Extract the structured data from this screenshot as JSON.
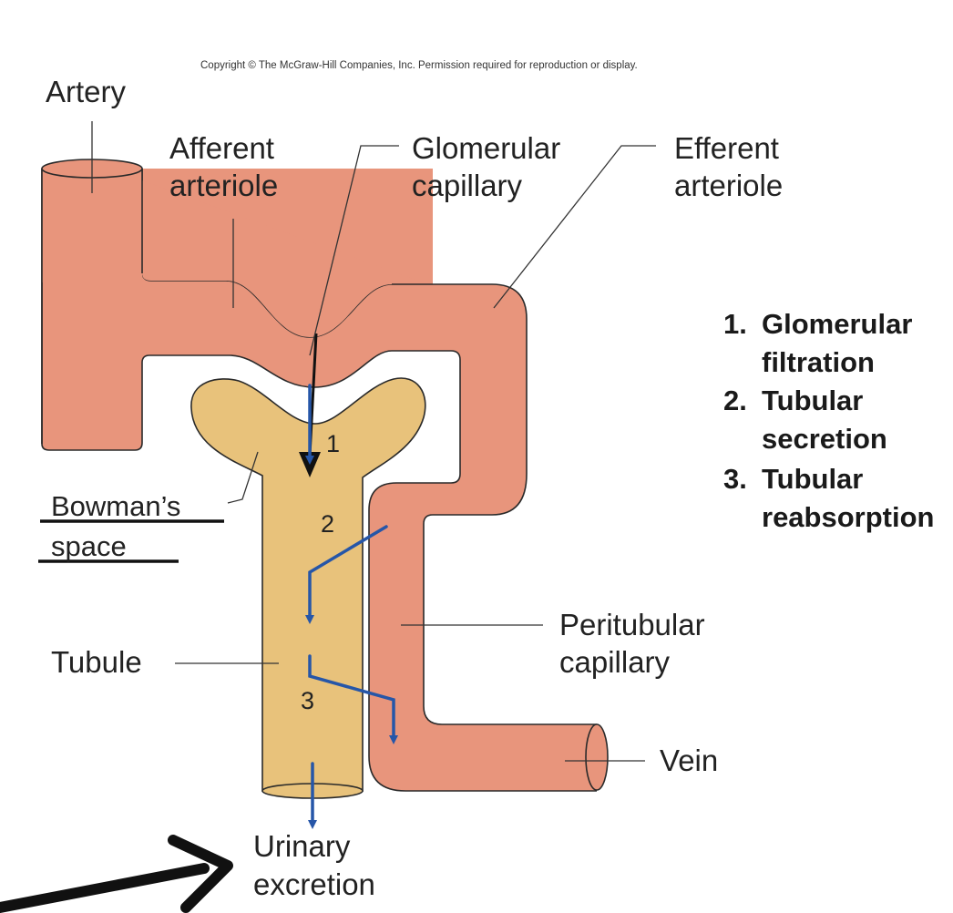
{
  "copyright": "Copyright © The McGraw-Hill Companies, Inc. Permission required for reproduction or display.",
  "labels": {
    "artery": "Artery",
    "afferent": [
      "Afferent",
      "arteriole"
    ],
    "glomerular": [
      "Glomerular",
      "capillary"
    ],
    "efferent": [
      "Efferent",
      "arteriole"
    ],
    "bowmans": [
      "Bowman’s",
      "space"
    ],
    "tubule": "Tubule",
    "peritubular": [
      "Peritubular",
      "capillary"
    ],
    "vein": "Vein",
    "urinary": [
      "Urinary",
      "excretion"
    ]
  },
  "step_numbers": [
    "1",
    "2",
    "3"
  ],
  "key": [
    {
      "num": "1.",
      "lines": [
        "Glomerular",
        "filtration"
      ]
    },
    {
      "num": "2.",
      "lines": [
        "Tubular",
        "secretion"
      ]
    },
    {
      "num": "3.",
      "lines": [
        "Tubular",
        "reabsorption"
      ]
    }
  ],
  "colors": {
    "vessel": "#e8957c",
    "tubule": "#e8c27b",
    "arrow_blue": "#2656a8",
    "outline": "#2a2a2a"
  }
}
